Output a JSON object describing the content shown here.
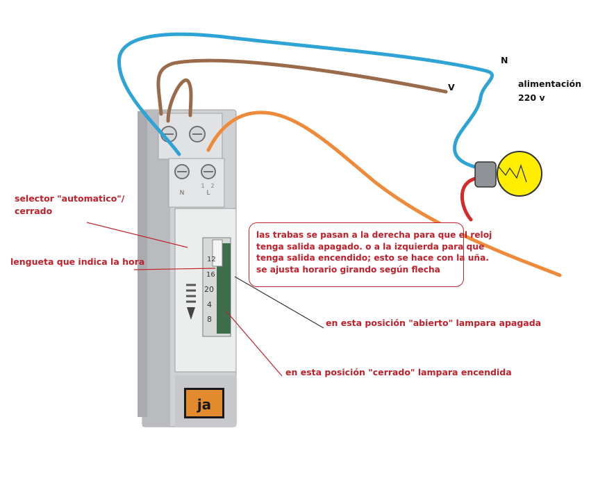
{
  "supply": {
    "neutral": "N",
    "phase": "V",
    "line1": "alimentación",
    "line2": "220 v"
  },
  "device": {
    "brand": "ja",
    "terminals": [
      "N",
      "L",
      "1",
      "2"
    ],
    "dial_numbers": [
      "12",
      "16",
      "20",
      "4",
      "8"
    ]
  },
  "callouts": {
    "selector_line1": "selector \"automatico\"/",
    "selector_line2": "cerrado",
    "lengueta": "lengueta que indica la hora",
    "abierto": "en esta posición \"abierto\" lampara apagada",
    "cerrado": "en esta posición \"cerrado\" lampara encendida"
  },
  "note_lines": [
    "las trabas se pasan a la derecha para que el reloj",
    "tenga salida apagado. o a la izquierda para que",
    "tenga salida encendido; esto se hace con la uña.",
    "se ajusta horario girando según flecha"
  ],
  "colors": {
    "neutral_wire": "#2ea3d6",
    "phase_wire": "#9a6b4a",
    "load_wire": "#ee8a3a",
    "lamp_wire": "#d42a2a",
    "callout_text": "#c0202a",
    "bulb": "#ffee00"
  }
}
